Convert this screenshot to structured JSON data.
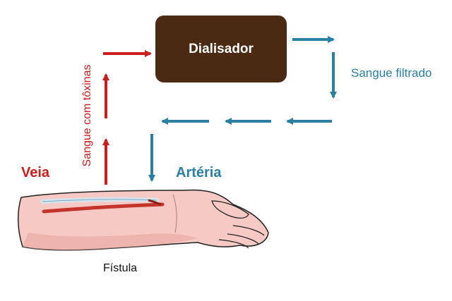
{
  "colors": {
    "dialyzer": "#4a2a12",
    "red_flow": "#cc1d1d",
    "blue_flow": "#2b7fa3",
    "skin": "#f6c9c4"
  },
  "labels": {
    "dialyzer": "Dialisador",
    "filtered_blood": "Sangue filtrado",
    "blood_with_toxins": "Sangue com tôxinas",
    "vein": "Veia",
    "artery": "Artéria",
    "fistula": "Fístula"
  }
}
